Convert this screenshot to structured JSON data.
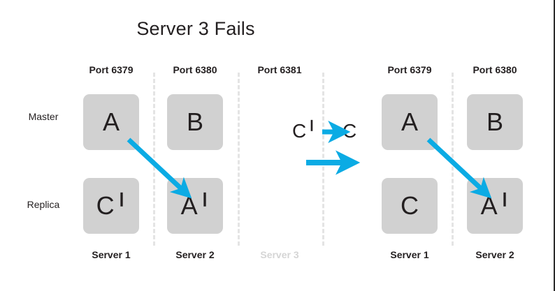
{
  "title": "Server 3 Fails",
  "colors": {
    "arrow": "#0babe4",
    "box_fill": "#d1d1d1",
    "text": "#231f20",
    "divider": "#e4e4e4",
    "failed_text": "#d5d5d5",
    "background": "#ffffff"
  },
  "row_labels": {
    "master": "Master",
    "replica": "Replica"
  },
  "left_cluster": {
    "columns": [
      {
        "port": "Port 6379",
        "server": "Server 1",
        "failed": false,
        "master": {
          "letter": "A",
          "prime": ""
        },
        "replica": {
          "letter": "C",
          "prime": "❙"
        }
      },
      {
        "port": "Port 6380",
        "server": "Server 2",
        "failed": false,
        "master": {
          "letter": "B",
          "prime": ""
        },
        "replica": {
          "letter": "A",
          "prime": "❙"
        }
      },
      {
        "port": "Port 6381",
        "server": "Server 3",
        "failed": true,
        "master": null,
        "replica": null
      }
    ]
  },
  "right_cluster": {
    "columns": [
      {
        "port": "Port 6379",
        "server": "Server 1",
        "failed": false,
        "master": {
          "letter": "A",
          "prime": ""
        },
        "replica": {
          "letter": "C",
          "prime": ""
        }
      },
      {
        "port": "Port 6380",
        "server": "Server 2",
        "failed": false,
        "master": {
          "letter": "B",
          "prime": ""
        },
        "replica": {
          "letter": "A",
          "prime": "❙"
        }
      }
    ]
  },
  "transition": {
    "from_letter": "C",
    "from_prime": "❙",
    "to_letter": "C",
    "inline_arrow_label": "promote-arrow",
    "big_arrow_label": "transition-arrow"
  }
}
